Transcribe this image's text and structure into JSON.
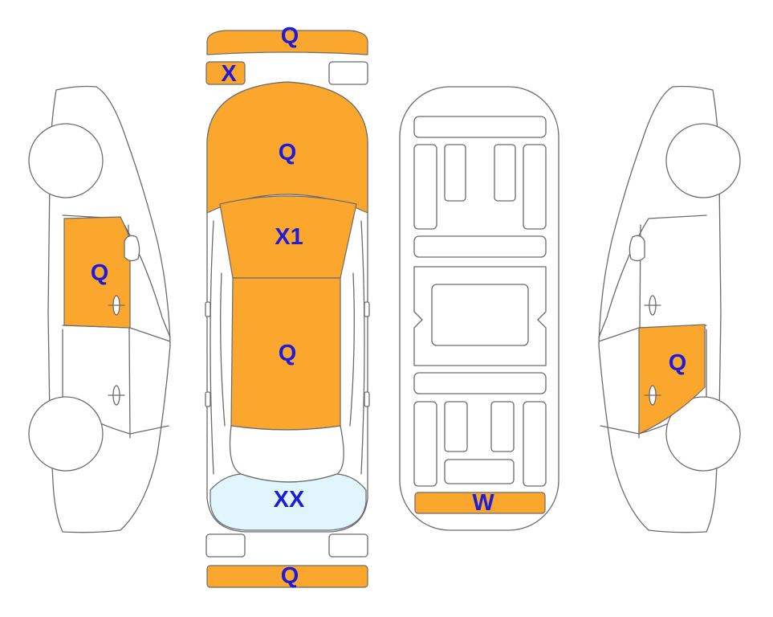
{
  "colors": {
    "damage_fill": "#fba72d",
    "glass_fill": "#e1f5fd",
    "label_color": "#1d1dd9",
    "line_color": "#6b6b6b"
  },
  "labels": {
    "front_bumper": "Q",
    "front_left_headlight": "X",
    "hood": "Q",
    "windshield": "X1",
    "roof": "Q",
    "rear_window": "XX",
    "rear_bumper": "Q",
    "underbody_rear": "W",
    "left_rear_door": "Q",
    "right_rear_door": "Q"
  },
  "icons": [
    "car-left-side-outline",
    "car-top-outline",
    "car-underbody-outline",
    "car-right-side-outline"
  ]
}
